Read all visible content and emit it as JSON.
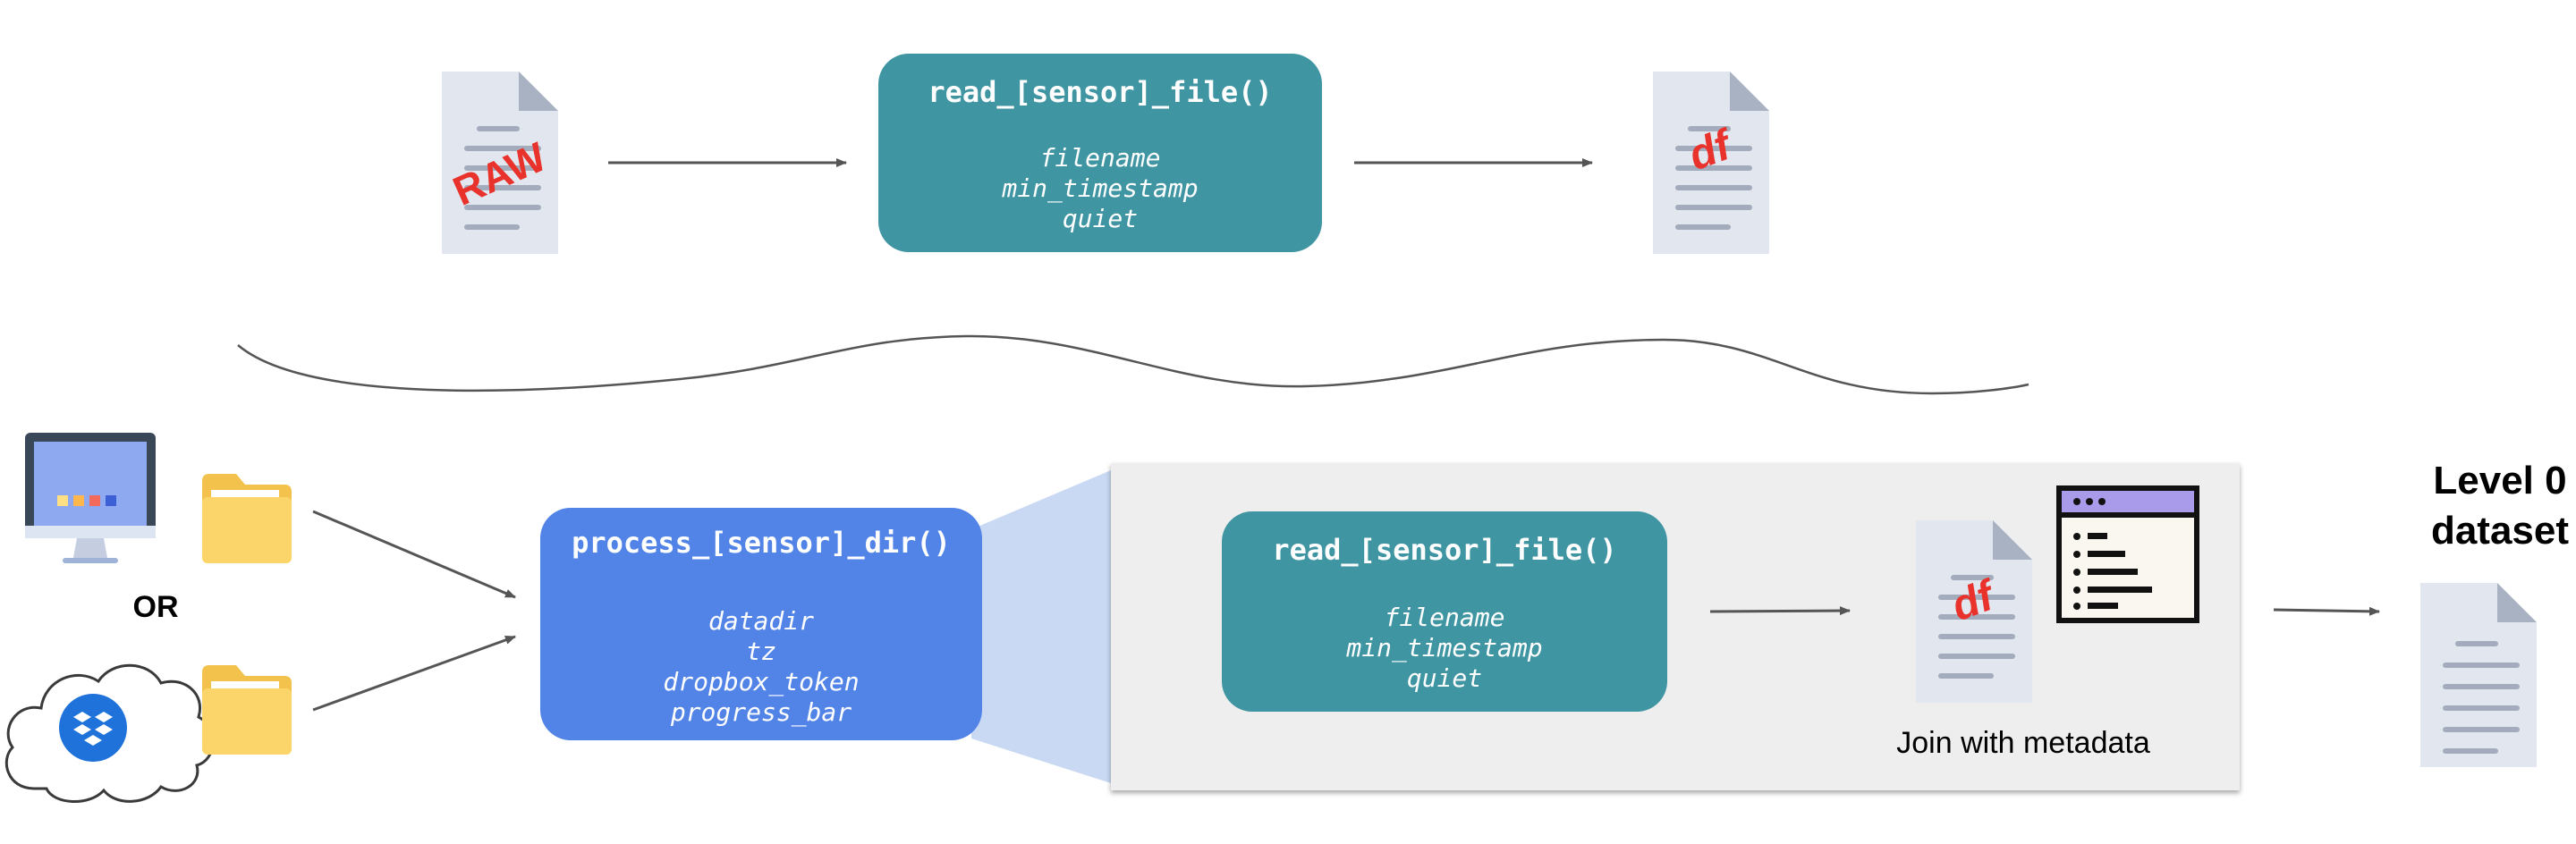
{
  "top_row": {
    "raw_stamp": "RAW",
    "function": {
      "title": "read_[sensor]_file()",
      "params": [
        "filename",
        "min_timestamp",
        "quiet"
      ]
    },
    "output_stamp": "df"
  },
  "bottom_row": {
    "or_label": "OR",
    "function": {
      "title": "process_[sensor]_dir()",
      "params": [
        "datadir",
        "tz",
        "dropbox_token",
        "progress_bar"
      ]
    },
    "inner": {
      "function": {
        "title": "read_[sensor]_file()",
        "params": [
          "filename",
          "min_timestamp",
          "quiet"
        ]
      },
      "output_stamp": "df",
      "join_label": "Join with metadata"
    },
    "result_label": [
      "Level 0",
      "dataset"
    ]
  },
  "colors": {
    "teal": "#3F95A2",
    "blue": "#5284E8",
    "panel": "#EEEEEE",
    "zoom": "#C9D9F3",
    "doc": "#E2E6EE",
    "doc_fold": "#A9B2C2",
    "doc_lines": "#A3ACBC",
    "stamp_red": "#E8322B",
    "folder": "#FCD56A",
    "folder_tab": "#F2C24C",
    "monitor": "#3A4756",
    "screen": "#8FA9F0",
    "dropbox": "#1F72DA",
    "metadata_header": "#A99BEA"
  },
  "icons": [
    "raw-file-icon",
    "df-file-icon",
    "desktop-monitor-icon",
    "folder-icon",
    "cloud-icon",
    "dropbox-icon",
    "metadata-window-icon",
    "dataset-file-icon"
  ]
}
